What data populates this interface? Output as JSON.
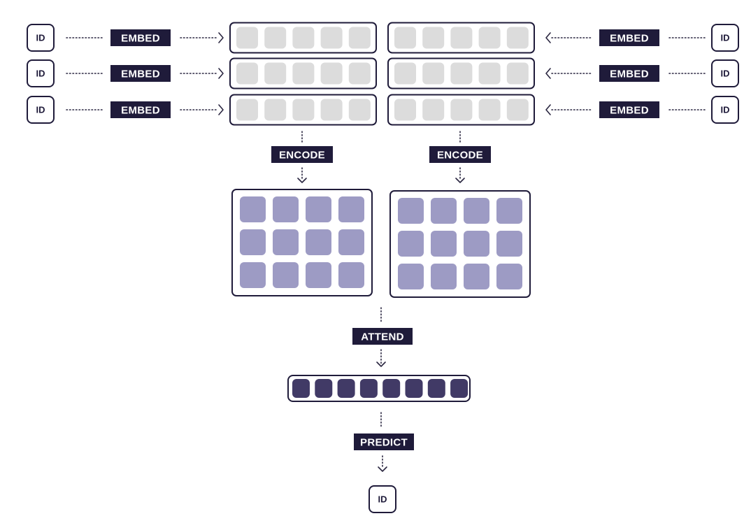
{
  "labels": {
    "id": "ID",
    "embed": "EMBED",
    "encode": "ENCODE",
    "attend": "ATTEND",
    "predict": "PREDICT"
  },
  "structure": {
    "embed_rows_per_side": 3,
    "embedding_slots_per_row": 5,
    "encoded_rows": 3,
    "encoded_cols": 4,
    "attended_slots": 8
  },
  "colors": {
    "frame_stroke": "#1f1b3a",
    "label_bg": "#1f1b3a",
    "label_text": "#ffffff",
    "embedding_cell": "#dcdcdc",
    "encoded_cell": "#9d9bc4",
    "attended_cell": "#413a66",
    "arrow": "#2a2640"
  }
}
